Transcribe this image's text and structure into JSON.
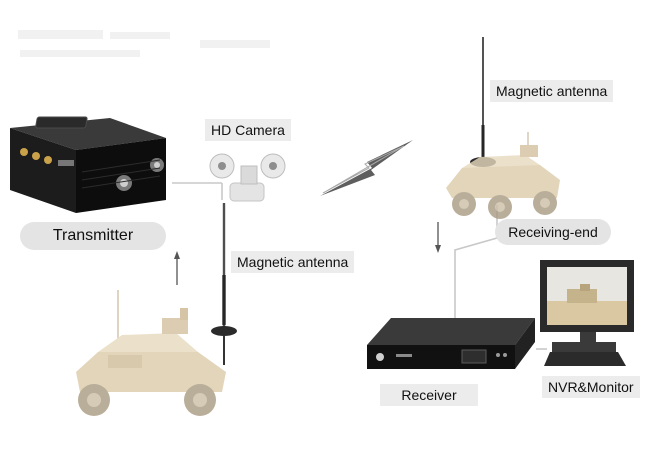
{
  "labels": {
    "hd_camera": "HD Camera",
    "transmitter": "Transmitter",
    "magnetic_antenna_left": "Magnetic antenna",
    "magnetic_antenna_right": "Magnetic antenna",
    "receiving_end": "Receiving-end",
    "receiver": "Receiver",
    "nvr_monitor": "NVR&Monitor"
  },
  "icons": [
    "transmitter-device-icon",
    "hd-camera-icon",
    "magnetic-antenna-icon",
    "military-vehicle-icon",
    "wireless-link-icon",
    "receiver-device-icon",
    "nvr-monitor-icon",
    "arrow-up-icon",
    "arrow-down-icon"
  ],
  "colors": {
    "vehicle": "#d9c8a8",
    "device": "#1c1c1c",
    "label_bg": "#ececec",
    "connector": "#c8c8c8"
  }
}
